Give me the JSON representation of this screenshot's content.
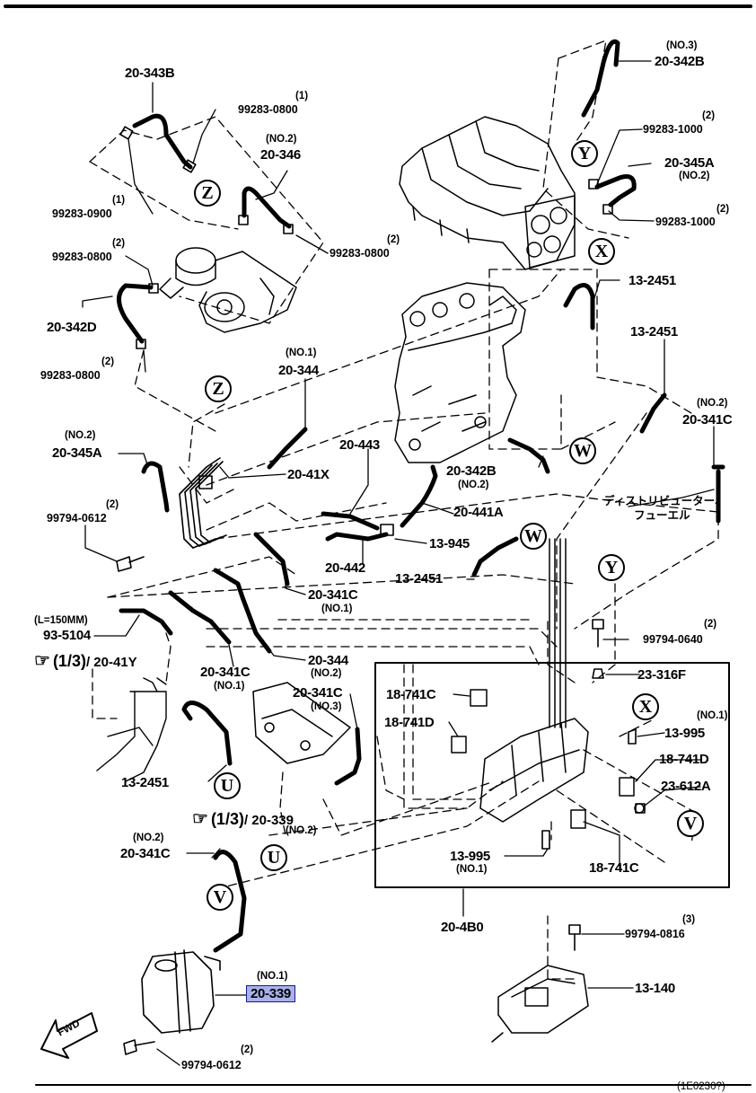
{
  "labels": {
    "l_20_343b": "20-343B",
    "l_99283_0800_1_q": "(1)",
    "l_99283_0800_1": "99283-0800",
    "l_no2_20_346": "(NO.2)",
    "l_20_346": "20-346",
    "l_1_0900": "(1)",
    "l_99283_0900": "99283-0900",
    "l_2_0800_a": "(2)",
    "l_99283_0800_a": "99283-0800",
    "l_20_342d": "20-342D",
    "l_2_0800_b": "(2)",
    "l_99283_0800_b": "99283-0800",
    "l_2_0800_c": "(2)",
    "l_99283_0800_c": "99283-0800",
    "l_no3": "(NO.3)",
    "l_20_342b_top": "20-342B",
    "l_2_1000_a": "(2)",
    "l_99283_1000_a": "99283-1000",
    "l_20_345a_right": "20-345A",
    "l_no2_345a_right": "(NO.2)",
    "l_2_1000_b": "(2)",
    "l_99283_1000_b": "99283-1000",
    "l_13_2451_a": "13-2451",
    "l_13_2451_b": "13-2451",
    "l_no1_20_344": "(NO.1)",
    "l_20_344_top": "20-344",
    "l_no2_20_345a": "(NO.2)",
    "l_20_345a_left": "20-345A",
    "l_20_41x": "20-41X",
    "l_20_443": "20-443",
    "l_20_342b_mid": "20-342B",
    "l_no2_342b_mid": "(NO.2)",
    "l_no2_341c_right": "(NO.2)",
    "l_20_341c_right": "20-341C",
    "l_2_0612_a": "(2)",
    "l_99794_0612_a": "99794-0612",
    "l_20_441a": "20-441A",
    "l_13_945": "13-945",
    "l_20_442": "20-442",
    "l_13_2451_c": "13-2451",
    "l_20_341c_no1_a": "20-341C",
    "l_no1_341c_a": "(NO.1)",
    "l_l150": "(L=150MM)",
    "l_93_5104": "93-5104",
    "l_2_0640": "(2)",
    "l_99794_0640": "99794-0640",
    "l_20_344_mid": "20-344",
    "l_no2_344_mid": "(NO.2)",
    "l_23_316f": "23-316F",
    "l_20_341c_no1_b": "20-341C",
    "l_no1_341c_b": "(NO.1)",
    "l_20_341c_no3": "20-341C",
    "l_no3_341c": "(NO.3)",
    "l_18_741c_a": "18-741C",
    "l_18_741d_a": "18-741D",
    "l_no1_13_995_a": "(NO.1)",
    "l_13_995_a": "13-995",
    "l_18_741d_b": "18-741D",
    "l_23_612a": "23-612A",
    "l_13_2451_d": "13-2451",
    "l_no2_339_ref": "(NO.2)",
    "l_no2_341c_bottom": "(NO.2)",
    "l_20_341c_bottom": "20-341C",
    "l_13_995_b": "13-995",
    "l_no1_13_995_b": "(NO.1)",
    "l_18_741c_b": "18-741C",
    "l_20_4b0": "20-4B0",
    "l_3_0816": "(3)",
    "l_99794_0816": "99794-0816",
    "l_no1_339": "(NO.1)",
    "l_20_339_highlight": "20-339",
    "l_13_140": "13-140",
    "l_2_0612_b": "(2)",
    "l_99794_0612_b": "99794-0612",
    "l_fwd": "FWD",
    "l_footer": "(1E0230?)"
  },
  "japanese_label": {
    "line1": "ディストリビューター、",
    "line2": "フューエル"
  },
  "page_refs": {
    "ref_41y_page": "(1/3)",
    "ref_41y_part": "/ 20-41Y",
    "ref_339_page": "(1/3)",
    "ref_339_part": "/ 20-339"
  },
  "callouts": {
    "z1": "Z",
    "z2": "Z",
    "y1": "Y",
    "y2": "Y",
    "x1": "X",
    "x2": "X",
    "w1": "W",
    "w2": "W",
    "u1": "U",
    "u2": "U",
    "v1": "V",
    "v2": "V"
  },
  "icons": {
    "hand_pointer": "☞",
    "fwd_arrow": "fwd-arrow-icon"
  },
  "colors": {
    "highlight_fill": "#a9b1ea",
    "highlight_border": "#1b1b8a",
    "line": "#000000"
  }
}
